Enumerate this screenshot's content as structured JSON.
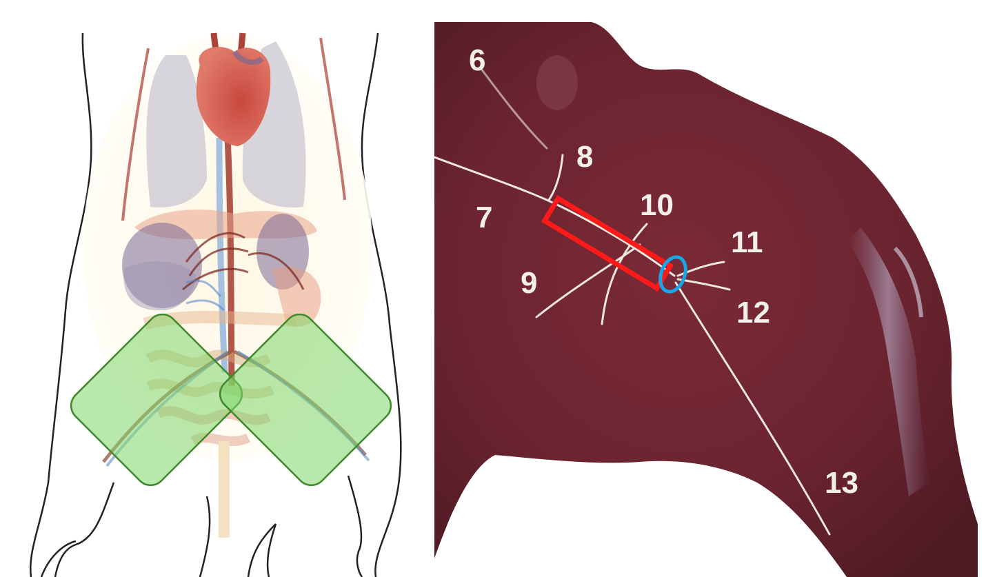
{
  "figure": {
    "left_panel": {
      "description_icon": "rodent-anatomy-ventral-view"
    },
    "right_panel": {
      "labels": [
        {
          "text": "6"
        },
        {
          "text": "7"
        },
        {
          "text": "8"
        },
        {
          "text": "9"
        },
        {
          "text": "10"
        },
        {
          "text": "11"
        },
        {
          "text": "12"
        },
        {
          "text": "13"
        }
      ]
    }
  },
  "colors": {
    "highlight_green": "#7fd66a",
    "highlight_green_stroke": "#3e8a2a",
    "roi_red": "#ff1a1a",
    "roi_blue": "#17a7e6",
    "tissue": "#6e2630",
    "nerve": "#efe6dd"
  }
}
